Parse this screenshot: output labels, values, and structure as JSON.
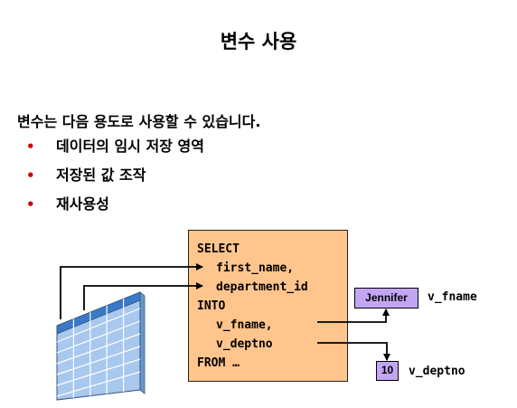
{
  "title": "변수 사용",
  "intro": "변수는 다음 용도로 사용할 수 있습니다.",
  "bullets": [
    "데이터의 임시 저장 영역",
    "저장된 값 조작",
    "재사용성"
  ],
  "bullet_marker": "•",
  "code": {
    "select": "SELECT",
    "first_name": "first_name,",
    "department_id": "department_id",
    "into": "INTO",
    "v_fname": "v_fname,",
    "v_deptno": "v_deptno",
    "from": "FROM …"
  },
  "values": {
    "fname_value": "Jennifer",
    "fname_var": "v_fname",
    "deptno_value": "10",
    "deptno_var": "v_deptno"
  },
  "colors": {
    "code_box": "#ffc58c",
    "value_box": "#c3a6f3",
    "bullet": "#cc0000",
    "table_cell": "#a8c8ee",
    "table_header": "#3a78c8"
  }
}
